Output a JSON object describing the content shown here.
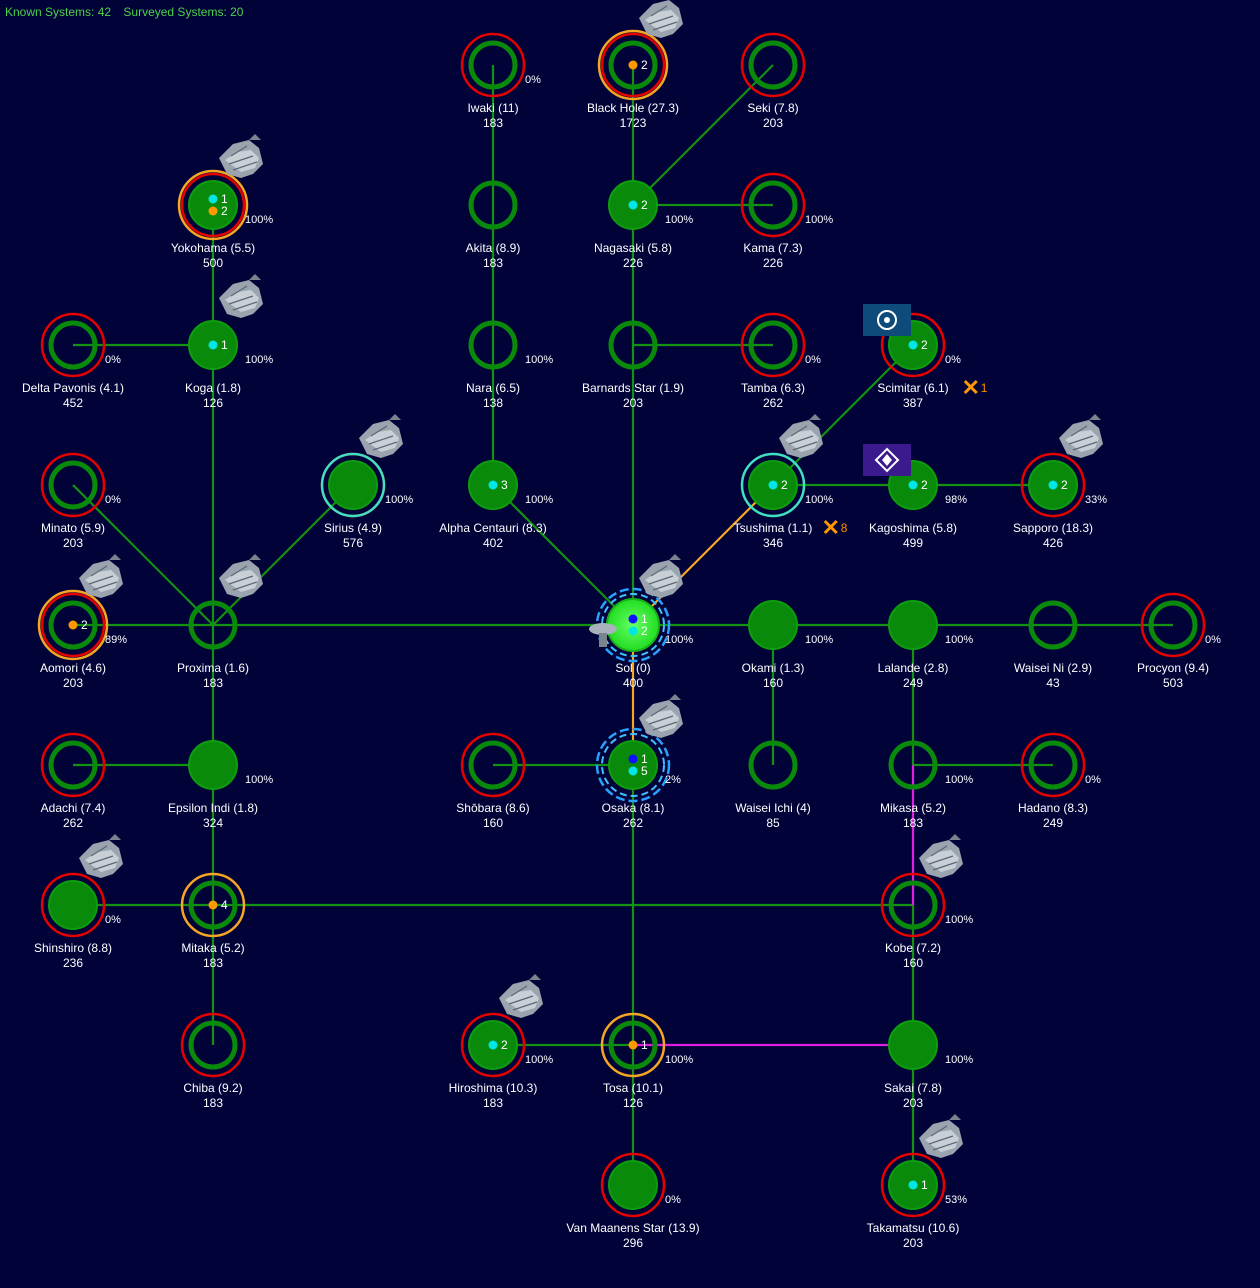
{
  "header": {
    "known_label": "Known Systems: 42",
    "surveyed_label": "Surveyed Systems: 20"
  },
  "colors": {
    "background": "#000238",
    "lane": "#129112",
    "planet": "#0a8a0a",
    "sol": "#33ee33",
    "hostile_ring": "#e60000",
    "jump_ring": "#f5a623",
    "friendly_ring": "#40e0c0",
    "magenta_lane": "#e020e0",
    "orange_lane": "#f5a623"
  },
  "systems": [
    {
      "id": "iwaki",
      "label": "Iwaki  (11)",
      "pop": "183",
      "pct": "0%",
      "style": "ring",
      "rings": [
        "red"
      ]
    },
    {
      "id": "blackhole",
      "label": "Black Hole  (27.3)",
      "pop": "1723",
      "style": "ring",
      "rings": [
        "red",
        "orange"
      ],
      "dots": [
        {
          "c": "orange",
          "n": "2"
        }
      ],
      "ship": true
    },
    {
      "id": "seki",
      "label": "Seki  (7.8)",
      "pop": "203",
      "style": "ring",
      "rings": [
        "red"
      ]
    },
    {
      "id": "yokohama",
      "label": "Yokohama  (5.5)",
      "pop": "500",
      "pct": "100%",
      "style": "filled",
      "rings": [
        "red",
        "orange"
      ],
      "dots": [
        {
          "c": "cyan",
          "n": "1"
        },
        {
          "c": "orange",
          "n": "2"
        }
      ],
      "ship": true
    },
    {
      "id": "akita",
      "label": "Akita  (8.9)",
      "pop": "183",
      "style": "ring",
      "rings": []
    },
    {
      "id": "nagasaki",
      "label": "Nagasaki  (5.8)",
      "pop": "226",
      "pct": "100%",
      "style": "filled",
      "rings": [],
      "dots": [
        {
          "c": "cyan",
          "n": "2"
        }
      ]
    },
    {
      "id": "kama",
      "label": "Kama  (7.3)",
      "pop": "226",
      "pct": "100%",
      "style": "ring",
      "rings": [
        "red"
      ]
    },
    {
      "id": "deltapavonis",
      "label": "Delta Pavonis  (4.1)",
      "pop": "452",
      "pct": "0%",
      "style": "ring",
      "rings": [
        "red"
      ]
    },
    {
      "id": "koga",
      "label": "Koga  (1.8)",
      "pop": "126",
      "pct": "100%",
      "style": "filled",
      "rings": [],
      "dots": [
        {
          "c": "cyan",
          "n": "1"
        }
      ],
      "ship": true
    },
    {
      "id": "nara",
      "label": "Nara  (6.5)",
      "pop": "138",
      "pct": "100%",
      "style": "ring",
      "rings": []
    },
    {
      "id": "barnards",
      "label": "Barnards Star  (1.9)",
      "pop": "203",
      "style": "ring",
      "rings": []
    },
    {
      "id": "tamba",
      "label": "Tamba  (6.3)",
      "pop": "262",
      "pct": "0%",
      "style": "ring",
      "rings": [
        "red"
      ]
    },
    {
      "id": "scimitar",
      "label": "Scimitar  (6.1)",
      "pop": "387",
      "pct": "0%",
      "style": "filled",
      "rings": [
        "red"
      ],
      "dots": [
        {
          "c": "cyan",
          "n": "2"
        }
      ],
      "wreck": "1",
      "flag": "blue"
    },
    {
      "id": "minato",
      "label": "Minato  (5.9)",
      "pop": "203",
      "pct": "0%",
      "style": "ring",
      "rings": [
        "red"
      ]
    },
    {
      "id": "sirius",
      "label": "Sirius  (4.9)",
      "pop": "576",
      "pct": "100%",
      "style": "filled",
      "rings": [
        "red",
        "cyan"
      ],
      "ship": true
    },
    {
      "id": "alphacen",
      "label": "Alpha Centauri  (8.3)",
      "pop": "402",
      "pct": "100%",
      "style": "filled",
      "rings": [],
      "dots": [
        {
          "c": "cyan",
          "n": "3"
        }
      ]
    },
    {
      "id": "tsushima",
      "label": "Tsushima  (1.1)",
      "pop": "346",
      "pct": "100%",
      "style": "filled",
      "rings": [
        "cyan"
      ],
      "dots": [
        {
          "c": "cyan",
          "n": "2"
        }
      ],
      "wreck": "8",
      "ship": true
    },
    {
      "id": "kagoshima",
      "label": "Kagoshima  (5.8)",
      "pop": "499",
      "pct": "98%",
      "style": "filled",
      "rings": [],
      "dots": [
        {
          "c": "cyan",
          "n": "2"
        }
      ],
      "flag": "purple"
    },
    {
      "id": "sapporo",
      "label": "Sapporo  (18.3)",
      "pop": "426",
      "pct": "33%",
      "style": "filled",
      "rings": [
        "red"
      ],
      "dots": [
        {
          "c": "cyan",
          "n": "2"
        }
      ],
      "ship": true
    },
    {
      "id": "aomori",
      "label": "Aomori  (4.6)",
      "pop": "203",
      "pct": "89%",
      "style": "ring",
      "rings": [
        "red",
        "orange"
      ],
      "dots": [
        {
          "c": "orange",
          "n": "2"
        }
      ],
      "ship": true
    },
    {
      "id": "proxima",
      "label": "Proxima  (1.6)",
      "pop": "183",
      "style": "ring",
      "rings": [],
      "ship": true
    },
    {
      "id": "sol",
      "label": "Sol  (0)",
      "pop": "400",
      "pct": "100%",
      "style": "sol",
      "rings": [
        "dashcyan"
      ],
      "dots": [
        {
          "c": "blue",
          "n": "1"
        },
        {
          "c": "cyan",
          "n": "2"
        }
      ],
      "ship": true,
      "station": true
    },
    {
      "id": "okami",
      "label": "Okami  (1.3)",
      "pop": "160",
      "pct": "100%",
      "style": "filled",
      "rings": []
    },
    {
      "id": "lalande",
      "label": "Lalande  (2.8)",
      "pop": "249",
      "pct": "100%",
      "style": "filled",
      "rings": []
    },
    {
      "id": "waiseini",
      "label": "Waisei Ni  (2.9)",
      "pop": "43",
      "style": "ring",
      "rings": []
    },
    {
      "id": "procyon",
      "label": "Procyon  (9.4)",
      "pop": "503",
      "pct": "0%",
      "style": "ring",
      "rings": [
        "red"
      ]
    },
    {
      "id": "adachi",
      "label": "Adachi  (7.4)",
      "pop": "262",
      "style": "ring",
      "rings": [
        "red"
      ]
    },
    {
      "id": "epsiloni",
      "label": "Epsilon Indi  (1.8)",
      "pop": "324",
      "pct": "100%",
      "style": "filled",
      "rings": []
    },
    {
      "id": "shobara",
      "label": "Shōbara  (8.6)",
      "pop": "160",
      "style": "ring",
      "rings": [
        "red"
      ]
    },
    {
      "id": "osaka",
      "label": "Osaka  (8.1)",
      "pop": "262",
      "pct": "2%",
      "style": "filled",
      "rings": [
        "dashcyan"
      ],
      "dots": [
        {
          "c": "blue",
          "n": "1"
        },
        {
          "c": "cyan",
          "n": "5"
        }
      ],
      "ship": true
    },
    {
      "id": "waiseiichi",
      "label": "Waisei Ichi  (4)",
      "pop": "85",
      "style": "ring",
      "rings": []
    },
    {
      "id": "mikasa",
      "label": "Mikasa  (5.2)",
      "pop": "183",
      "pct": "100%",
      "style": "ring",
      "rings": []
    },
    {
      "id": "hadano",
      "label": "Hadano  (8.3)",
      "pop": "249",
      "pct": "0%",
      "style": "ring",
      "rings": [
        "red"
      ]
    },
    {
      "id": "shinshiro",
      "label": "Shinshiro  (8.8)",
      "pop": "236",
      "pct": "0%",
      "style": "filled",
      "rings": [
        "red"
      ],
      "ship": true
    },
    {
      "id": "mitaka",
      "label": "Mitaka  (5.2)",
      "pop": "183",
      "style": "ring",
      "rings": [
        "orange"
      ],
      "dots": [
        {
          "c": "orange",
          "n": "4"
        }
      ]
    },
    {
      "id": "kobe",
      "label": "Kobe  (7.2)",
      "pop": "160",
      "pct": "100%",
      "style": "ring",
      "rings": [
        "red"
      ],
      "ship": true
    },
    {
      "id": "chiba",
      "label": "Chiba  (9.2)",
      "pop": "183",
      "style": "ring",
      "rings": [
        "red"
      ]
    },
    {
      "id": "hiroshima",
      "label": "Hiroshima  (10.3)",
      "pop": "183",
      "pct": "100%",
      "style": "filled",
      "rings": [
        "red"
      ],
      "dots": [
        {
          "c": "cyan",
          "n": "2"
        }
      ],
      "ship": true
    },
    {
      "id": "tosa",
      "label": "Tosa  (10.1)",
      "pop": "126",
      "pct": "100%",
      "style": "ring",
      "rings": [
        "orange"
      ],
      "dots": [
        {
          "c": "orange",
          "n": "1"
        }
      ]
    },
    {
      "id": "sakai",
      "label": "Sakai  (7.8)",
      "pop": "203",
      "pct": "100%",
      "style": "filled",
      "rings": []
    },
    {
      "id": "vanmaanen",
      "label": "Van Maanens Star  (13.9)",
      "pop": "296",
      "pct": "0%",
      "style": "filled",
      "rings": [
        "red"
      ]
    },
    {
      "id": "takamatsu",
      "label": "Takamatsu  (10.6)",
      "pop": "203",
      "pct": "53%",
      "style": "filled",
      "rings": [
        "red"
      ],
      "dots": [
        {
          "c": "cyan",
          "n": "1"
        }
      ],
      "ship": true
    }
  ],
  "lanes": [
    [
      "iwaki",
      "akita",
      "g"
    ],
    [
      "akita",
      "nara",
      "g"
    ],
    [
      "nara",
      "alphacen",
      "g"
    ],
    [
      "alphacen",
      "sol",
      "g"
    ],
    [
      "blackhole",
      "nagasaki",
      "g"
    ],
    [
      "seki",
      "nagasaki",
      "g"
    ],
    [
      "nagasaki",
      "kama",
      "g"
    ],
    [
      "nagasaki",
      "barnards",
      "g"
    ],
    [
      "barnards",
      "tamba",
      "g"
    ],
    [
      "barnards",
      "sol",
      "g"
    ],
    [
      "yokohama",
      "koga",
      "g"
    ],
    [
      "deltapavonis",
      "koga",
      "g"
    ],
    [
      "koga",
      "proxima",
      "g"
    ],
    [
      "minato",
      "proxima",
      "g"
    ],
    [
      "sirius",
      "proxima",
      "g"
    ],
    [
      "aomori",
      "proxima",
      "g"
    ],
    [
      "proxima",
      "sol",
      "g"
    ],
    [
      "proxima",
      "epsiloni",
      "g"
    ],
    [
      "adachi",
      "epsiloni",
      "g"
    ],
    [
      "epsiloni",
      "mitaka",
      "g"
    ],
    [
      "shinshiro",
      "mitaka",
      "g"
    ],
    [
      "mitaka",
      "chiba",
      "g"
    ],
    [
      "mitaka",
      "kobe",
      "g"
    ],
    [
      "sol",
      "tsushima",
      "o"
    ],
    [
      "tsushima",
      "scimitar",
      "g"
    ],
    [
      "tsushima",
      "kagoshima",
      "g"
    ],
    [
      "kagoshima",
      "sapporo",
      "g"
    ],
    [
      "sol",
      "okami",
      "g"
    ],
    [
      "okami",
      "lalande",
      "g"
    ],
    [
      "lalande",
      "waiseini",
      "g"
    ],
    [
      "waiseini",
      "procyon",
      "g"
    ],
    [
      "okami",
      "waiseiichi",
      "g"
    ],
    [
      "lalande",
      "mikasa",
      "g"
    ],
    [
      "mikasa",
      "hadano",
      "g"
    ],
    [
      "mikasa",
      "kobe",
      "m"
    ],
    [
      "sol",
      "osaka",
      "o"
    ],
    [
      "shobara",
      "osaka",
      "g"
    ],
    [
      "osaka",
      "tosa",
      "g"
    ],
    [
      "hiroshima",
      "tosa",
      "g"
    ],
    [
      "tosa",
      "sakai",
      "m"
    ],
    [
      "tosa",
      "vanmaanen",
      "g"
    ],
    [
      "kobe",
      "sakai",
      "g"
    ],
    [
      "sakai",
      "takamatsu",
      "g"
    ]
  ]
}
